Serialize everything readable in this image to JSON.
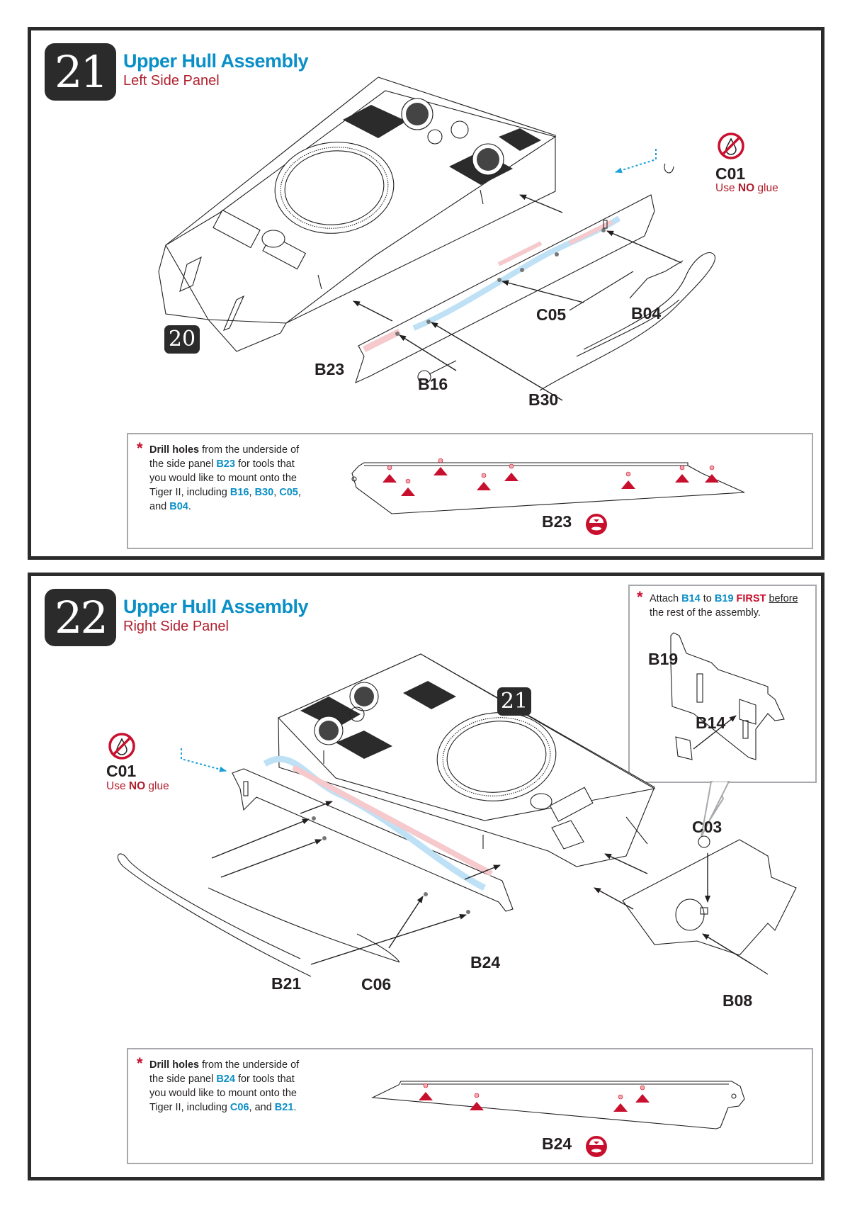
{
  "steps": [
    {
      "number": "21",
      "title": "Upper Hull Assembly",
      "subtitle": "Left Side Panel",
      "reference_step": "20",
      "parts": {
        "panel": "B23",
        "c01": "C01",
        "c05": "C05",
        "b04": "B04",
        "b16": "B16",
        "b30": "B30"
      },
      "no_glue": {
        "pre": "Use ",
        "bold": "NO",
        "post": " glue"
      },
      "note": {
        "asterisk": "*",
        "bold_lead": "Drill holes",
        "segments": [
          {
            "t": " from the underside of the side panel ",
            "style": "plain"
          },
          {
            "t": "B23",
            "style": "blue"
          },
          {
            "t": " for tools that you would like to mount onto the Tiger II, including ",
            "style": "plain"
          },
          {
            "t": "B16",
            "style": "blue"
          },
          {
            "t": ", ",
            "style": "plain"
          },
          {
            "t": "B30",
            "style": "blue"
          },
          {
            "t": ", ",
            "style": "plain"
          },
          {
            "t": "C05",
            "style": "blue"
          },
          {
            "t": ", and ",
            "style": "plain"
          },
          {
            "t": "B04",
            "style": "blue"
          },
          {
            "t": ".",
            "style": "plain"
          }
        ],
        "panel_label": "B23",
        "drill_marks": 9
      }
    },
    {
      "number": "22",
      "title": "Upper Hull Assembly",
      "subtitle": "Right Side Panel",
      "reference_step": "21",
      "parts": {
        "panel": "B24",
        "c01": "C01",
        "b21": "B21",
        "c06": "C06",
        "c03": "C03",
        "b08": "B08",
        "b19": "B19",
        "b14": "B14"
      },
      "no_glue": {
        "pre": "Use ",
        "bold": "NO",
        "post": " glue"
      },
      "callout": {
        "asterisk": "*",
        "segments": [
          {
            "t": "Attach ",
            "style": "plain"
          },
          {
            "t": "B14",
            "style": "blue"
          },
          {
            "t": " to ",
            "style": "plain"
          },
          {
            "t": "B19",
            "style": "blue"
          },
          {
            "t": " FIRST",
            "style": "red"
          },
          {
            "t": " ",
            "style": "plain"
          },
          {
            "t": "before",
            "style": "underline"
          },
          {
            "t": " the rest of the assembly.",
            "style": "plain"
          }
        ]
      },
      "note": {
        "asterisk": "*",
        "bold_lead": "Drill holes",
        "segments": [
          {
            "t": " from the underside of the side panel ",
            "style": "plain"
          },
          {
            "t": "B24",
            "style": "blue"
          },
          {
            "t": " for tools that you would like to mount onto the Tiger II, including ",
            "style": "plain"
          },
          {
            "t": "C06",
            "style": "blue"
          },
          {
            "t": ", and ",
            "style": "plain"
          },
          {
            "t": "B21",
            "style": "blue"
          },
          {
            "t": ".",
            "style": "plain"
          }
        ],
        "panel_label": "B24",
        "drill_marks": 5
      }
    }
  ],
  "colors": {
    "accent_blue": "#0a8fc7",
    "accent_red": "#c8102e",
    "subtitle_red": "#b01e2d",
    "frame": "#2b2b2b",
    "note_border": "#a7a9ac",
    "highlight_blue": "#bfe1f6",
    "highlight_pink": "#f6c9cc"
  },
  "icons": {
    "no_glue": "no-glue-icon",
    "drill_underside": "drill-from-underside-icon",
    "asterisk": "asterisk-icon"
  }
}
